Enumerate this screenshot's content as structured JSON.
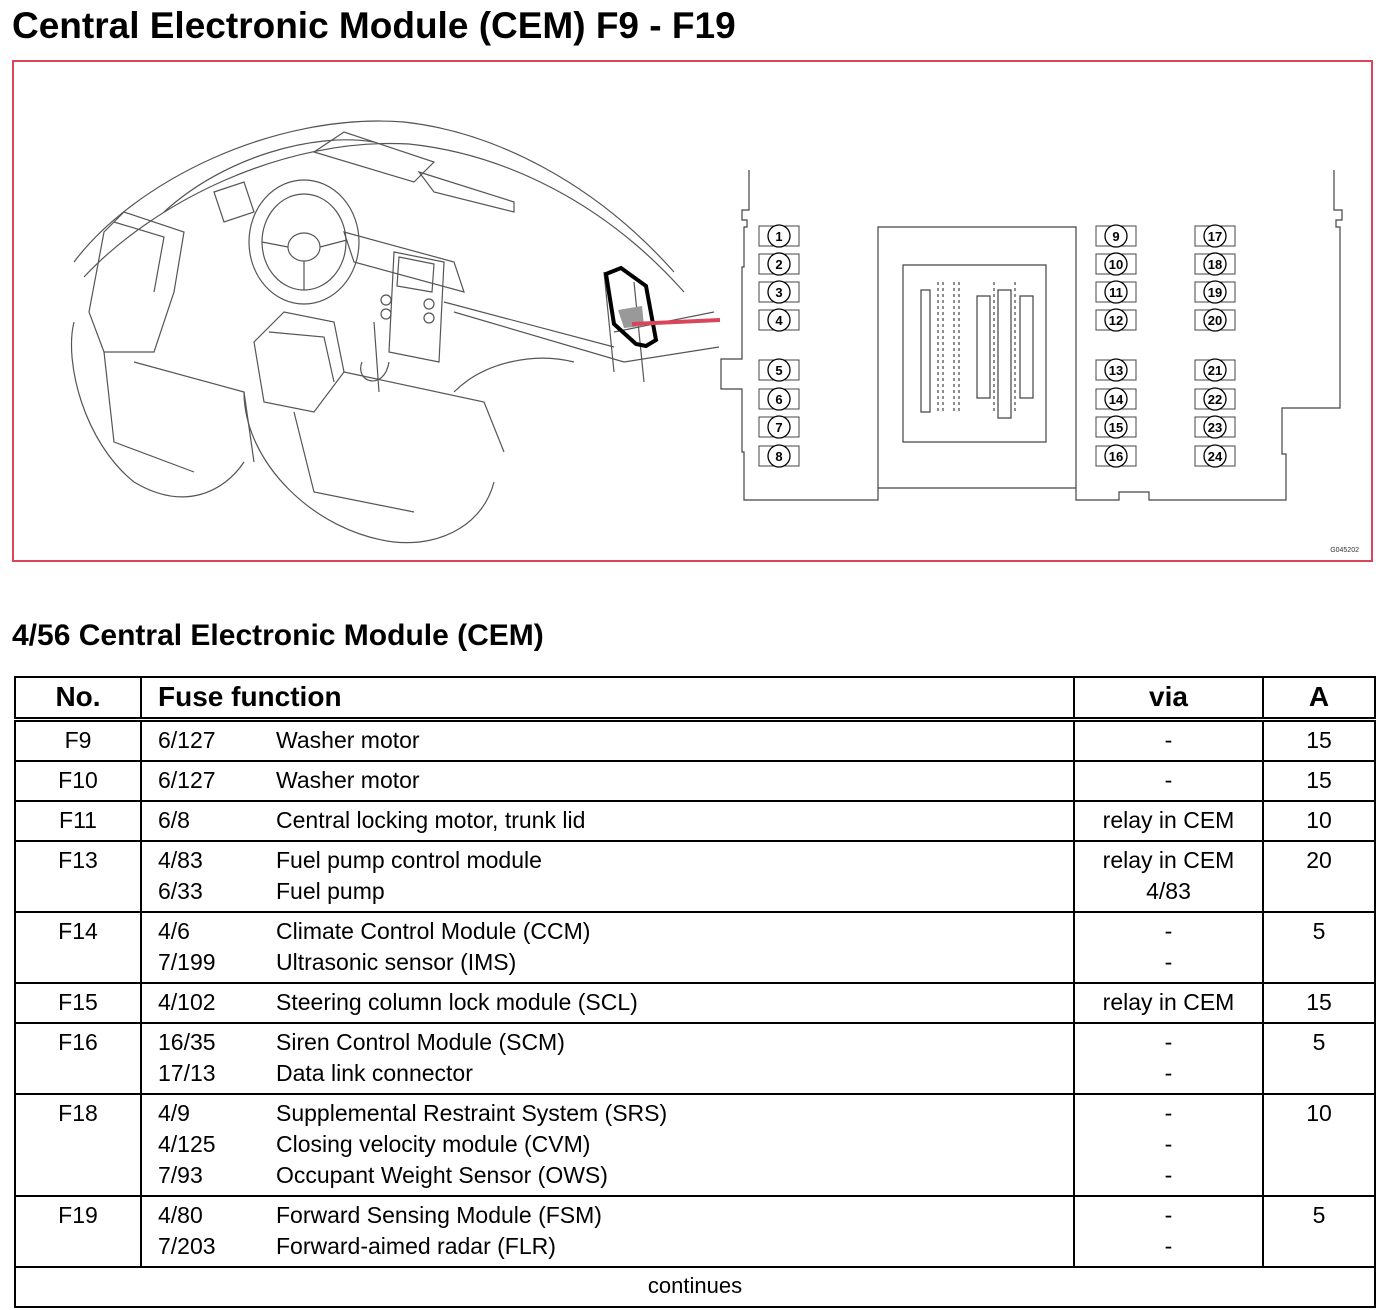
{
  "page_title": "Central Electronic Module (CEM) F9 - F19",
  "figure": {
    "code": "G045202",
    "fuse_numbers": [
      "1",
      "2",
      "3",
      "4",
      "5",
      "6",
      "7",
      "8",
      "9",
      "10",
      "11",
      "12",
      "13",
      "14",
      "15",
      "16",
      "17",
      "18",
      "19",
      "20",
      "21",
      "22",
      "23",
      "24"
    ]
  },
  "section_title": "4/56 Central Electronic Module (CEM)",
  "table": {
    "headers": {
      "no": "No.",
      "function": "Fuse function",
      "via": "via",
      "a": "A"
    },
    "rows": [
      {
        "no": "F9",
        "items": [
          {
            "code": "6/127",
            "text": "Washer motor",
            "via": "-"
          }
        ],
        "a": "15"
      },
      {
        "no": "F10",
        "items": [
          {
            "code": "6/127",
            "text": "Washer motor",
            "via": "-"
          }
        ],
        "a": "15"
      },
      {
        "no": "F11",
        "items": [
          {
            "code": "6/8",
            "text": "Central locking motor, trunk lid",
            "via": "relay in CEM"
          }
        ],
        "a": "10"
      },
      {
        "no": "F13",
        "items": [
          {
            "code": "4/83",
            "text": "Fuel pump control module",
            "via": "relay in CEM"
          },
          {
            "code": "6/33",
            "text": "Fuel pump",
            "via": "4/83"
          }
        ],
        "a": "20"
      },
      {
        "no": "F14",
        "items": [
          {
            "code": "4/6",
            "text": "Climate Control Module (CCM)",
            "via": "-"
          },
          {
            "code": "7/199",
            "text": "Ultrasonic sensor (IMS)",
            "via": "-"
          }
        ],
        "a": "5"
      },
      {
        "no": "F15",
        "items": [
          {
            "code": "4/102",
            "text": "Steering column lock module (SCL)",
            "via": "relay in CEM"
          }
        ],
        "a": "15"
      },
      {
        "no": "F16",
        "items": [
          {
            "code": "16/35",
            "text": "Siren Control Module (SCM)",
            "via": "-"
          },
          {
            "code": "17/13",
            "text": "Data link connector",
            "via": "-"
          }
        ],
        "a": "5"
      },
      {
        "no": "F18",
        "items": [
          {
            "code": "4/9",
            "text": "Supplemental Restraint System (SRS)",
            "via": "-"
          },
          {
            "code": "4/125",
            "text": "Closing velocity module (CVM)",
            "via": "-"
          },
          {
            "code": "7/93",
            "text": "Occupant Weight Sensor (OWS)",
            "via": "-"
          }
        ],
        "a": "10"
      },
      {
        "no": "F19",
        "items": [
          {
            "code": "4/80",
            "text": "Forward Sensing Module (FSM)",
            "via": "-"
          },
          {
            "code": "7/203",
            "text": "Forward-aimed radar (FLR)",
            "via": "-"
          }
        ],
        "a": "5"
      }
    ],
    "footer": "continues"
  }
}
